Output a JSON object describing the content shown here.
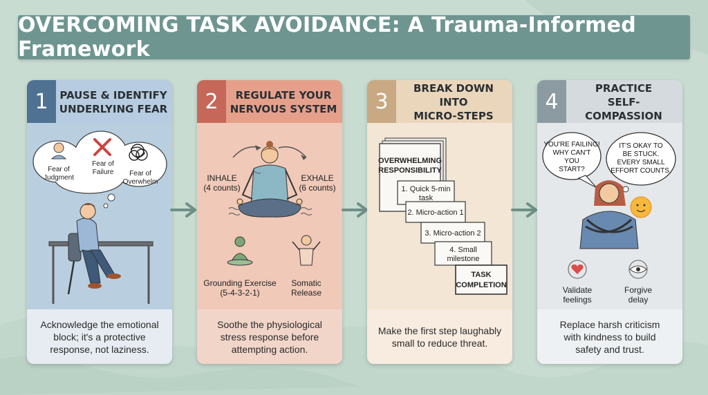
{
  "title": "OVERCOMING TASK AVOIDANCE: A Trauma-Informed Framework",
  "colors": {
    "banner": "#6f9590",
    "panel1": "#4f7293",
    "panel2": "#c5685a",
    "panel3": "#c9a983",
    "panel4": "#8c9aa1",
    "arrow": "#6f8f87"
  },
  "panels": [
    {
      "num": "1",
      "title_lines": [
        "PAUSE & IDENTIFY",
        "UNDERLYING FEAR"
      ],
      "fears": [
        "Fear of",
        "Judgment",
        "Fear of",
        "Failure",
        "Fear of",
        "Overwhelm"
      ],
      "footer_lines": [
        "Acknowledge the emotional",
        "block; it's a protective",
        "response, not laziness."
      ]
    },
    {
      "num": "2",
      "title_lines": [
        "REGULATE YOUR",
        "NERVOUS SYSTEM"
      ],
      "inhale": [
        "INHALE",
        "(4 counts)"
      ],
      "exhale": [
        "EXHALE",
        "(6 counts)"
      ],
      "grounding": [
        "Grounding Exercise",
        "(5-4-3-2-1)"
      ],
      "somatic": [
        "Somatic",
        "Release"
      ],
      "footer_lines": [
        "Soothe the physiological",
        "stress response before",
        "attempting action."
      ]
    },
    {
      "num": "3",
      "title_lines": [
        "BREAK DOWN INTO",
        "MICRO-STEPS"
      ],
      "box_label": [
        "OVERWHELMING",
        "RESPONSIBILITY"
      ],
      "steps": [
        [
          "1. Quick 5-min",
          "task"
        ],
        [
          "2. Micro-action 1"
        ],
        [
          "3. Micro-action 2"
        ],
        [
          "4. Small",
          "milestone"
        ],
        [
          "TASK",
          "COMPLETION"
        ]
      ],
      "footer_lines": [
        "Make the first step laughably",
        "small to reduce threat."
      ]
    },
    {
      "num": "4",
      "title_lines": [
        "PRACTICE",
        "SELF-COMPASSION"
      ],
      "bubble_left": [
        "YOU'RE FAILING!",
        "WHY CAN'T",
        "YOU",
        "START?"
      ],
      "bubble_right": [
        "IT'S OKAY TO",
        "BE STUCK.",
        "EVERY SMALL",
        "EFFORT COUNTS."
      ],
      "validate": [
        "Validate",
        "feelings"
      ],
      "forgive": [
        "Forgive",
        "delay"
      ],
      "footer_lines": [
        "Replace harsh criticism",
        "with kindness to build",
        "safety and trust."
      ]
    }
  ]
}
